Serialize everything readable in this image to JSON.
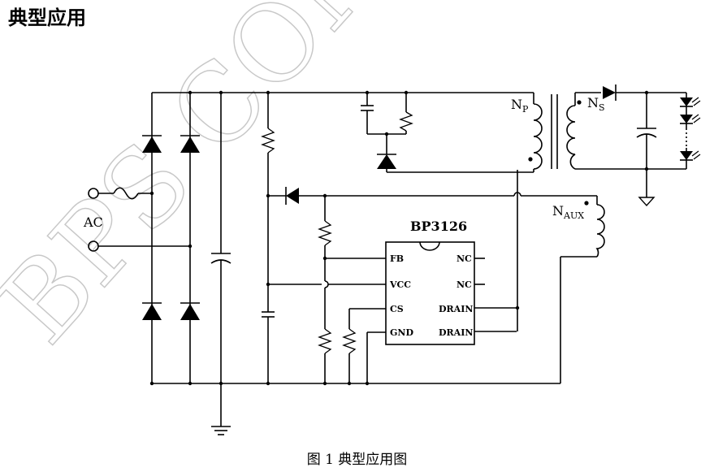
{
  "heading": "典型应用",
  "caption": "图 1  典型应用图",
  "watermark": "BPS CONFI",
  "labels": {
    "ac": "AC",
    "np_main": "N",
    "np_sub": "P",
    "ns_main": "N",
    "ns_sub": "S",
    "naux_main": "N",
    "naux_sub": "AUX"
  },
  "chip": {
    "name": "BP3126",
    "pins_left": [
      "FB",
      "VCC",
      "CS",
      "GND"
    ],
    "pins_right": [
      "NC",
      "NC",
      "DRAIN",
      "DRAIN"
    ]
  }
}
